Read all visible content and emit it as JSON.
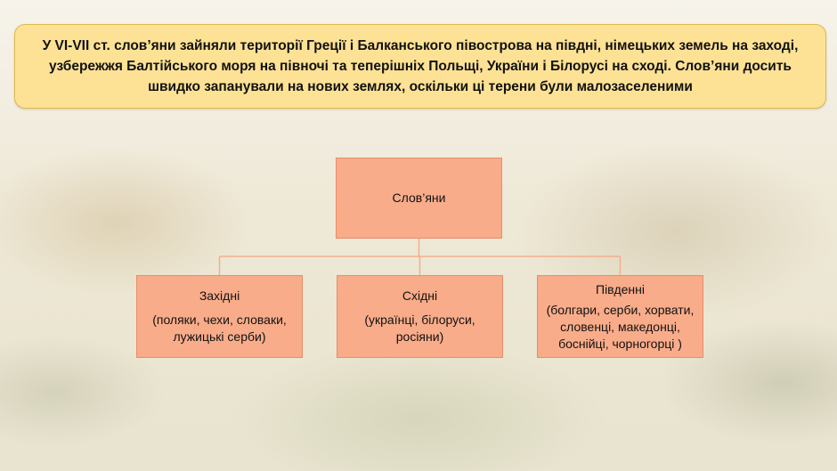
{
  "banner": {
    "text": "У VI-VII ст. слов’яни зайняли території Греції і Балканського півострова на півдні, німецьких земель на заході, узбережжя Балтійського моря на півночі та теперішніх Польщі, України і Білорусі на сході. Слов’яни досить швидко запанували на нових землях, оскільки ці терени були малозаселеними"
  },
  "diagram": {
    "root": {
      "label": "Слов’яни"
    },
    "children": [
      {
        "title": "Західні",
        "detail": "(поляки, чехи, словаки, лужицькі серби)"
      },
      {
        "title": "Східні",
        "detail": "(українці, білоруси, росіяни)"
      },
      {
        "title": "Південні",
        "detail": "(болгари, серби, хорвати, словенці, македонці, боснійці, чорногорці )"
      }
    ]
  },
  "colors": {
    "banner_fill": "#fde295",
    "box_fill": "#f9ac8a",
    "connector": "#f2b08e"
  }
}
